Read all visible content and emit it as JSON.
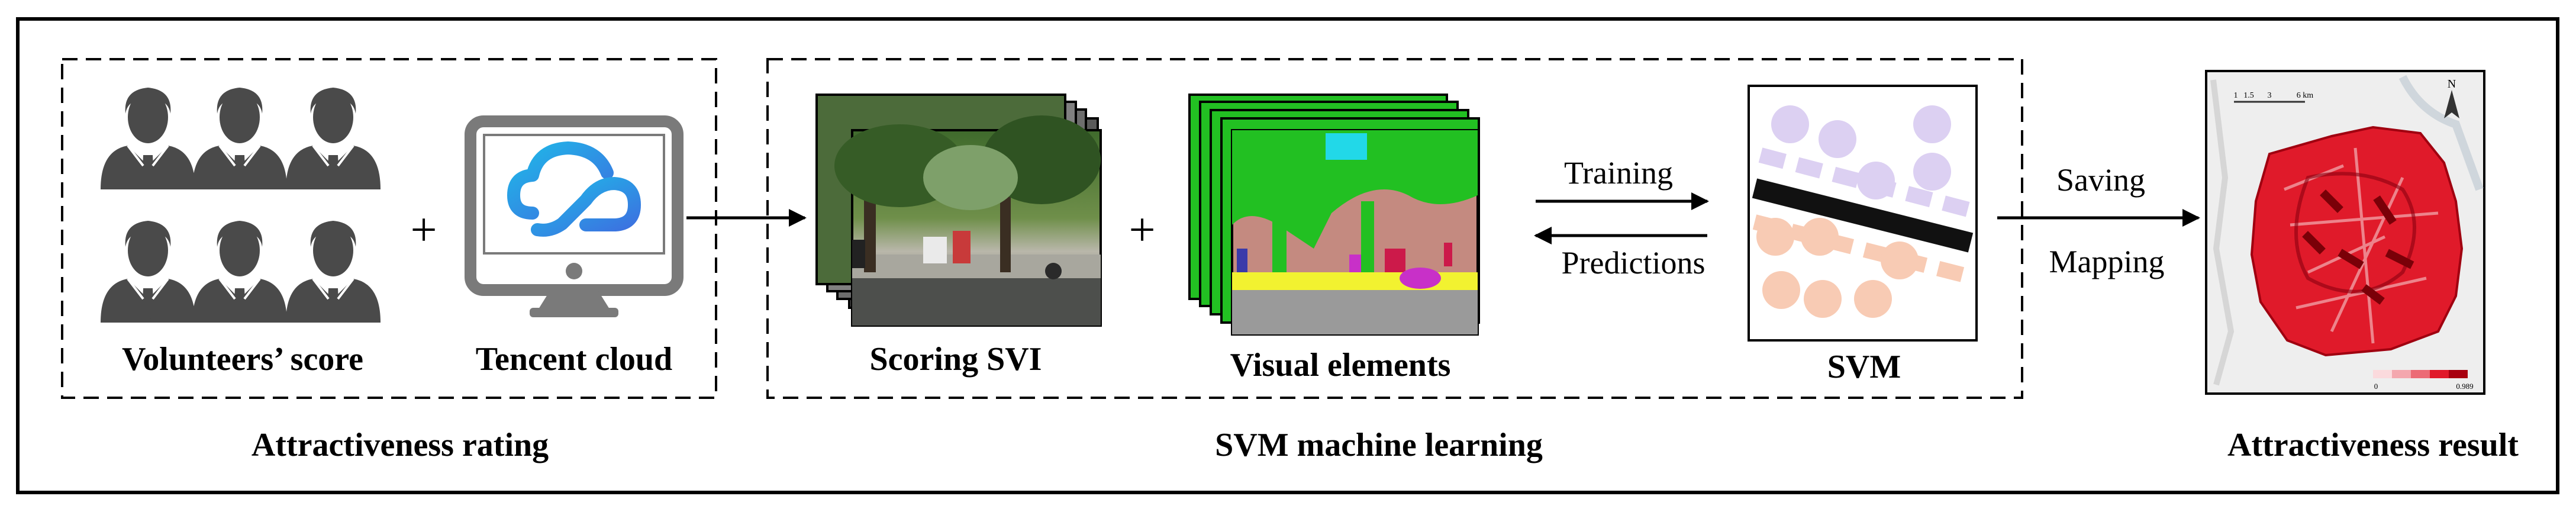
{
  "labels": {
    "volunteers_score": "Volunteers’ score",
    "tencent_cloud": "Tencent cloud",
    "attractiveness_rating": "Attractiveness rating",
    "scoring_svi": "Scoring SVI",
    "visual_elements": "Visual elements",
    "svm": "SVM",
    "svm_machine_learning": "SVM machine learning",
    "attractiveness_result": "Attractiveness result",
    "training": "Training",
    "predictions": "Predictions",
    "saving": "Saving",
    "mapping": "Mapping",
    "plus": "+"
  },
  "map": {
    "scale_ticks": [
      "1",
      "1.5",
      "3",
      "6 km"
    ],
    "north": "N",
    "legend_min": "0",
    "legend_max": "0.989"
  },
  "colors": {
    "frame": "#000000",
    "person": "#4a4a4a",
    "monitor": "#7a7a7a",
    "cloud_start": "#1fb8e8",
    "cloud_end": "#3d6fe0",
    "seg_green": "#22c022",
    "seg_brick": "#c48a80",
    "seg_yellow": "#f2f230",
    "seg_gray": "#9a9a9a",
    "seg_cyan": "#22d8e8",
    "seg_magenta": "#c830c8",
    "svm_purple": "#dcd0f2",
    "svm_peach": "#f8cbb4",
    "map_red": "#e01a2a"
  }
}
